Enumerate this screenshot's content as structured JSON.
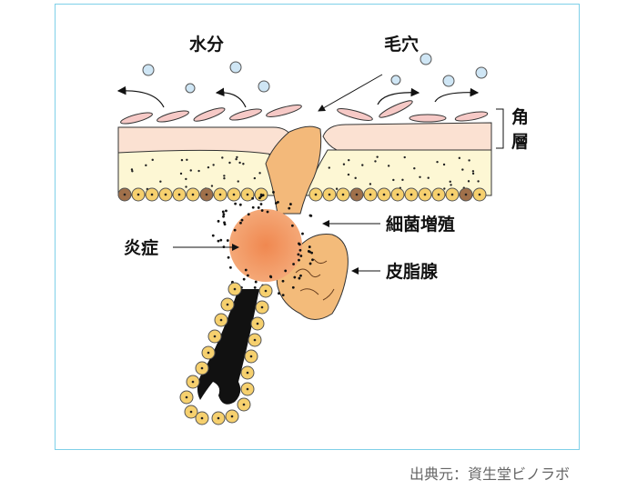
{
  "labels": {
    "water": "水分",
    "pore": "毛穴",
    "stratum_1": "角",
    "stratum_2": "層",
    "bacteria": "細菌増殖",
    "inflammation": "炎症",
    "sebaceous": "皮脂腺"
  },
  "source": "出典元：資生堂ビノラボ",
  "colors": {
    "frame": "#7fd0e8",
    "corneum": "#fbe1d2",
    "epidermis": "#fdf7d4",
    "cell": "#f6d06e",
    "follicle": "#f3b97a",
    "inflammation": "#f0935a",
    "bubble": "#cfe6f5",
    "flake": "#f6c9c6"
  }
}
